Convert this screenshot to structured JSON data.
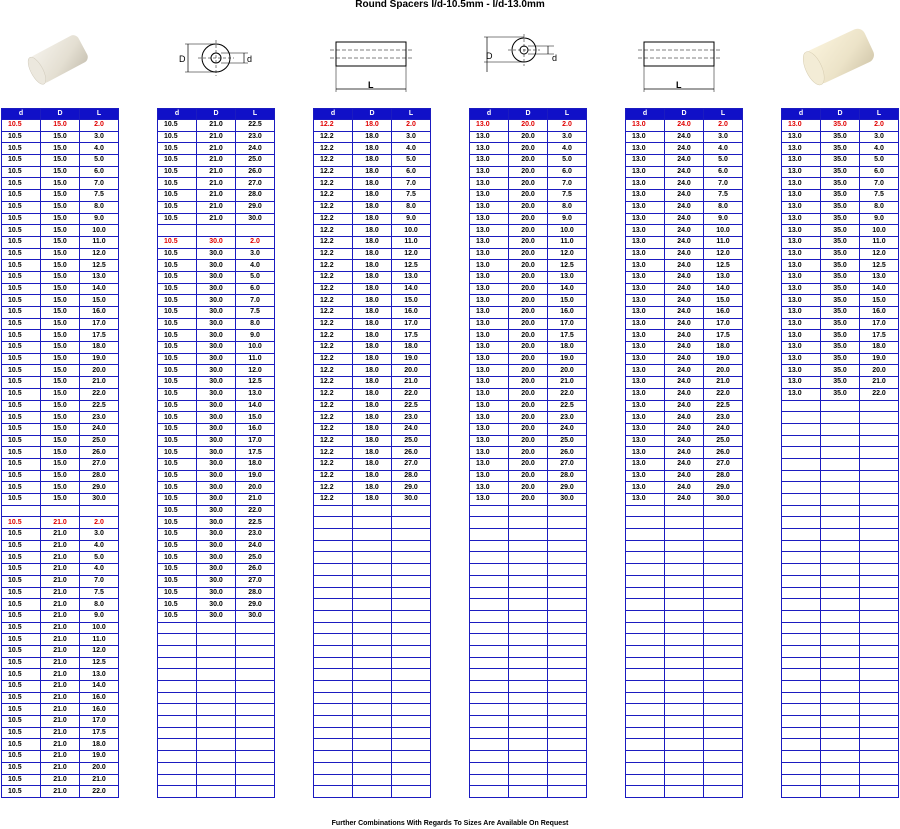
{
  "title": "Round Spacers I/d-10.5mm - I/d-13.0mm",
  "footer": "Further Combinations With Regards To Sizes Are Available On Request",
  "diagram_labels": {
    "outer": "D",
    "inner": "d",
    "length": "L"
  },
  "colors": {
    "header_bg": "#1010c8",
    "border": "#1b1bc0",
    "highlight": "#e00000"
  },
  "header": [
    "d",
    "D",
    "L"
  ],
  "tables": [
    {
      "rows": [
        [
          "10.5",
          "15.0",
          "2.0",
          1
        ],
        [
          "10.5",
          "15.0",
          "3.0"
        ],
        [
          "10.5",
          "15.0",
          "4.0"
        ],
        [
          "10.5",
          "15.0",
          "5.0"
        ],
        [
          "10.5",
          "15.0",
          "6.0"
        ],
        [
          "10.5",
          "15.0",
          "7.0"
        ],
        [
          "10.5",
          "15.0",
          "7.5"
        ],
        [
          "10.5",
          "15.0",
          "8.0"
        ],
        [
          "10.5",
          "15.0",
          "9.0"
        ],
        [
          "10.5",
          "15.0",
          "10.0"
        ],
        [
          "10.5",
          "15.0",
          "11.0"
        ],
        [
          "10.5",
          "15.0",
          "12.0"
        ],
        [
          "10.5",
          "15.0",
          "12.5"
        ],
        [
          "10.5",
          "15.0",
          "13.0"
        ],
        [
          "10.5",
          "15.0",
          "14.0"
        ],
        [
          "10.5",
          "15.0",
          "15.0"
        ],
        [
          "10.5",
          "15.0",
          "16.0"
        ],
        [
          "10.5",
          "15.0",
          "17.0"
        ],
        [
          "10.5",
          "15.0",
          "17.5"
        ],
        [
          "10.5",
          "15.0",
          "18.0"
        ],
        [
          "10.5",
          "15.0",
          "19.0"
        ],
        [
          "10.5",
          "15.0",
          "20.0"
        ],
        [
          "10.5",
          "15.0",
          "21.0"
        ],
        [
          "10.5",
          "15.0",
          "22.0"
        ],
        [
          "10.5",
          "15.0",
          "22.5"
        ],
        [
          "10.5",
          "15.0",
          "23.0"
        ],
        [
          "10.5",
          "15.0",
          "24.0"
        ],
        [
          "10.5",
          "15.0",
          "25.0"
        ],
        [
          "10.5",
          "15.0",
          "26.0"
        ],
        [
          "10.5",
          "15.0",
          "27.0"
        ],
        [
          "10.5",
          "15.0",
          "28.0"
        ],
        [
          "10.5",
          "15.0",
          "29.0"
        ],
        [
          "10.5",
          "15.0",
          "30.0"
        ],
        [
          "",
          "",
          ""
        ],
        [
          "10.5",
          "21.0",
          "2.0",
          1
        ],
        [
          "10.5",
          "21.0",
          "3.0"
        ],
        [
          "10.5",
          "21.0",
          "4.0"
        ],
        [
          "10.5",
          "21.0",
          "5.0"
        ],
        [
          "10.5",
          "21.0",
          "4.0"
        ],
        [
          "10.5",
          "21.0",
          "7.0"
        ],
        [
          "10.5",
          "21.0",
          "7.5"
        ],
        [
          "10.5",
          "21.0",
          "8.0"
        ],
        [
          "10.5",
          "21.0",
          "9.0"
        ],
        [
          "10.5",
          "21.0",
          "10.0"
        ],
        [
          "10.5",
          "21.0",
          "11.0"
        ],
        [
          "10.5",
          "21.0",
          "12.0"
        ],
        [
          "10.5",
          "21.0",
          "12.5"
        ],
        [
          "10.5",
          "21.0",
          "13.0"
        ],
        [
          "10.5",
          "21.0",
          "14.0"
        ],
        [
          "10.5",
          "21.0",
          "16.0"
        ],
        [
          "10.5",
          "21.0",
          "16.0"
        ],
        [
          "10.5",
          "21.0",
          "17.0"
        ],
        [
          "10.5",
          "21.0",
          "17.5"
        ],
        [
          "10.5",
          "21.0",
          "18.0"
        ],
        [
          "10.5",
          "21.0",
          "19.0"
        ],
        [
          "10.5",
          "21.0",
          "20.0"
        ],
        [
          "10.5",
          "21.0",
          "21.0"
        ],
        [
          "10.5",
          "21.0",
          "22.0"
        ]
      ]
    },
    {
      "rows": [
        [
          "10.5",
          "21.0",
          "22.5"
        ],
        [
          "10.5",
          "21.0",
          "23.0"
        ],
        [
          "10.5",
          "21.0",
          "24.0"
        ],
        [
          "10.5",
          "21.0",
          "25.0"
        ],
        [
          "10.5",
          "21.0",
          "26.0"
        ],
        [
          "10.5",
          "21.0",
          "27.0"
        ],
        [
          "10.5",
          "21.0",
          "28.0"
        ],
        [
          "10.5",
          "21.0",
          "29.0"
        ],
        [
          "10.5",
          "21.0",
          "30.0"
        ],
        [
          "",
          "",
          ""
        ],
        [
          "10.5",
          "30.0",
          "2.0",
          1
        ],
        [
          "10.5",
          "30.0",
          "3.0"
        ],
        [
          "10.5",
          "30.0",
          "4.0"
        ],
        [
          "10.5",
          "30.0",
          "5.0"
        ],
        [
          "10.5",
          "30.0",
          "6.0"
        ],
        [
          "10.5",
          "30.0",
          "7.0"
        ],
        [
          "10.5",
          "30.0",
          "7.5"
        ],
        [
          "10.5",
          "30.0",
          "8.0"
        ],
        [
          "10.5",
          "30.0",
          "9.0"
        ],
        [
          "10.5",
          "30.0",
          "10.0"
        ],
        [
          "10.5",
          "30.0",
          "11.0"
        ],
        [
          "10.5",
          "30.0",
          "12.0"
        ],
        [
          "10.5",
          "30.0",
          "12.5"
        ],
        [
          "10.5",
          "30.0",
          "13.0"
        ],
        [
          "10.5",
          "30.0",
          "14.0"
        ],
        [
          "10.5",
          "30.0",
          "15.0"
        ],
        [
          "10.5",
          "30.0",
          "16.0"
        ],
        [
          "10.5",
          "30.0",
          "17.0"
        ],
        [
          "10.5",
          "30.0",
          "17.5"
        ],
        [
          "10.5",
          "30.0",
          "18.0"
        ],
        [
          "10.5",
          "30.0",
          "19.0"
        ],
        [
          "10.5",
          "30.0",
          "20.0"
        ],
        [
          "10.5",
          "30.0",
          "21.0"
        ],
        [
          "10.5",
          "30.0",
          "22.0"
        ],
        [
          "10.5",
          "30.0",
          "22.5"
        ],
        [
          "10.5",
          "30.0",
          "23.0"
        ],
        [
          "10.5",
          "30.0",
          "24.0"
        ],
        [
          "10.5",
          "30.0",
          "25.0"
        ],
        [
          "10.5",
          "30.0",
          "26.0"
        ],
        [
          "10.5",
          "30.0",
          "27.0"
        ],
        [
          "10.5",
          "30.0",
          "28.0"
        ],
        [
          "10.5",
          "30.0",
          "29.0"
        ],
        [
          "10.5",
          "30.0",
          "30.0"
        ]
      ]
    },
    {
      "rows": [
        [
          "12.2",
          "18.0",
          "2.0",
          1
        ],
        [
          "12.2",
          "18.0",
          "3.0"
        ],
        [
          "12.2",
          "18.0",
          "4.0"
        ],
        [
          "12.2",
          "18.0",
          "5.0"
        ],
        [
          "12.2",
          "18.0",
          "6.0"
        ],
        [
          "12.2",
          "18.0",
          "7.0"
        ],
        [
          "12.2",
          "18.0",
          "7.5"
        ],
        [
          "12.2",
          "18.0",
          "8.0"
        ],
        [
          "12.2",
          "18.0",
          "9.0"
        ],
        [
          "12.2",
          "18.0",
          "10.0"
        ],
        [
          "12.2",
          "18.0",
          "11.0"
        ],
        [
          "12.2",
          "18.0",
          "12.0"
        ],
        [
          "12.2",
          "18.0",
          "12.5"
        ],
        [
          "12.2",
          "18.0",
          "13.0"
        ],
        [
          "12.2",
          "18.0",
          "14.0"
        ],
        [
          "12.2",
          "18.0",
          "15.0"
        ],
        [
          "12.2",
          "18.0",
          "16.0"
        ],
        [
          "12.2",
          "18.0",
          "17.0"
        ],
        [
          "12.2",
          "18.0",
          "17.5"
        ],
        [
          "12.2",
          "18.0",
          "18.0"
        ],
        [
          "12.2",
          "18.0",
          "19.0"
        ],
        [
          "12.2",
          "18.0",
          "20.0"
        ],
        [
          "12.2",
          "18.0",
          "21.0"
        ],
        [
          "12.2",
          "18.0",
          "22.0"
        ],
        [
          "12.2",
          "18.0",
          "22.5"
        ],
        [
          "12.2",
          "18.0",
          "23.0"
        ],
        [
          "12.2",
          "18.0",
          "24.0"
        ],
        [
          "12.2",
          "18.0",
          "25.0"
        ],
        [
          "12.2",
          "18.0",
          "26.0"
        ],
        [
          "12.2",
          "18.0",
          "27.0"
        ],
        [
          "12.2",
          "18.0",
          "28.0"
        ],
        [
          "12.2",
          "18.0",
          "29.0"
        ],
        [
          "12.2",
          "18.0",
          "30.0"
        ]
      ]
    },
    {
      "rows": [
        [
          "13.0",
          "20.0",
          "2.0",
          1
        ],
        [
          "13.0",
          "20.0",
          "3.0"
        ],
        [
          "13.0",
          "20.0",
          "4.0"
        ],
        [
          "13.0",
          "20.0",
          "5.0"
        ],
        [
          "13.0",
          "20.0",
          "6.0"
        ],
        [
          "13.0",
          "20.0",
          "7.0"
        ],
        [
          "13.0",
          "20.0",
          "7.5"
        ],
        [
          "13.0",
          "20.0",
          "8.0"
        ],
        [
          "13.0",
          "20.0",
          "9.0"
        ],
        [
          "13.0",
          "20.0",
          "10.0"
        ],
        [
          "13.0",
          "20.0",
          "11.0"
        ],
        [
          "13.0",
          "20.0",
          "12.0"
        ],
        [
          "13.0",
          "20.0",
          "12.5"
        ],
        [
          "13.0",
          "20.0",
          "13.0"
        ],
        [
          "13.0",
          "20.0",
          "14.0"
        ],
        [
          "13.0",
          "20.0",
          "15.0"
        ],
        [
          "13.0",
          "20.0",
          "16.0"
        ],
        [
          "13.0",
          "20.0",
          "17.0"
        ],
        [
          "13.0",
          "20.0",
          "17.5"
        ],
        [
          "13.0",
          "20.0",
          "18.0"
        ],
        [
          "13.0",
          "20.0",
          "19.0"
        ],
        [
          "13.0",
          "20.0",
          "20.0"
        ],
        [
          "13.0",
          "20.0",
          "21.0"
        ],
        [
          "13.0",
          "20.0",
          "22.0"
        ],
        [
          "13.0",
          "20.0",
          "22.5"
        ],
        [
          "13.0",
          "20.0",
          "23.0"
        ],
        [
          "13.0",
          "20.0",
          "24.0"
        ],
        [
          "13.0",
          "20.0",
          "25.0"
        ],
        [
          "13.0",
          "20.0",
          "26.0"
        ],
        [
          "13.0",
          "20.0",
          "27.0"
        ],
        [
          "13.0",
          "20.0",
          "28.0"
        ],
        [
          "13.0",
          "20.0",
          "29.0"
        ],
        [
          "13.0",
          "20.0",
          "30.0"
        ]
      ]
    },
    {
      "rows": [
        [
          "13.0",
          "24.0",
          "2.0",
          1
        ],
        [
          "13.0",
          "24.0",
          "3.0"
        ],
        [
          "13.0",
          "24.0",
          "4.0"
        ],
        [
          "13.0",
          "24.0",
          "5.0"
        ],
        [
          "13.0",
          "24.0",
          "6.0"
        ],
        [
          "13.0",
          "24.0",
          "7.0"
        ],
        [
          "13.0",
          "24.0",
          "7.5"
        ],
        [
          "13.0",
          "24.0",
          "8.0"
        ],
        [
          "13.0",
          "24.0",
          "9.0"
        ],
        [
          "13.0",
          "24.0",
          "10.0"
        ],
        [
          "13.0",
          "24.0",
          "11.0"
        ],
        [
          "13.0",
          "24.0",
          "12.0"
        ],
        [
          "13.0",
          "24.0",
          "12.5"
        ],
        [
          "13.0",
          "24.0",
          "13.0"
        ],
        [
          "13.0",
          "24.0",
          "14.0"
        ],
        [
          "13.0",
          "24.0",
          "15.0"
        ],
        [
          "13.0",
          "24.0",
          "16.0"
        ],
        [
          "13.0",
          "24.0",
          "17.0"
        ],
        [
          "13.0",
          "24.0",
          "17.5"
        ],
        [
          "13.0",
          "24.0",
          "18.0"
        ],
        [
          "13.0",
          "24.0",
          "19.0"
        ],
        [
          "13.0",
          "24.0",
          "20.0"
        ],
        [
          "13.0",
          "24.0",
          "21.0"
        ],
        [
          "13.0",
          "24.0",
          "22.0"
        ],
        [
          "13.0",
          "24.0",
          "22.5"
        ],
        [
          "13.0",
          "24.0",
          "23.0"
        ],
        [
          "13.0",
          "24.0",
          "24.0"
        ],
        [
          "13.0",
          "24.0",
          "25.0"
        ],
        [
          "13.0",
          "24.0",
          "26.0"
        ],
        [
          "13.0",
          "24.0",
          "27.0"
        ],
        [
          "13.0",
          "24.0",
          "28.0"
        ],
        [
          "13.0",
          "24.0",
          "29.0"
        ],
        [
          "13.0",
          "24.0",
          "30.0"
        ]
      ]
    },
    {
      "rows": [
        [
          "13.0",
          "35.0",
          "2.0",
          1
        ],
        [
          "13.0",
          "35.0",
          "3.0"
        ],
        [
          "13.0",
          "35.0",
          "4.0"
        ],
        [
          "13.0",
          "35.0",
          "5.0"
        ],
        [
          "13.0",
          "35.0",
          "6.0"
        ],
        [
          "13.0",
          "35.0",
          "7.0"
        ],
        [
          "13.0",
          "35.0",
          "7.5"
        ],
        [
          "13.0",
          "35.0",
          "8.0"
        ],
        [
          "13.0",
          "35.0",
          "9.0"
        ],
        [
          "13.0",
          "35.0",
          "10.0"
        ],
        [
          "13.0",
          "35.0",
          "11.0"
        ],
        [
          "13.0",
          "35.0",
          "12.0"
        ],
        [
          "13.0",
          "35.0",
          "12.5"
        ],
        [
          "13.0",
          "35.0",
          "13.0"
        ],
        [
          "13.0",
          "35.0",
          "14.0"
        ],
        [
          "13.0",
          "35.0",
          "15.0"
        ],
        [
          "13.0",
          "35.0",
          "16.0"
        ],
        [
          "13.0",
          "35.0",
          "17.0"
        ],
        [
          "13.0",
          "35.0",
          "17.5"
        ],
        [
          "13.0",
          "35.0",
          "18.0"
        ],
        [
          "13.0",
          "35.0",
          "19.0"
        ],
        [
          "13.0",
          "35.0",
          "20.0"
        ],
        [
          "13.0",
          "35.0",
          "21.0"
        ],
        [
          "13.0",
          "35.0",
          "22.0"
        ]
      ]
    }
  ]
}
